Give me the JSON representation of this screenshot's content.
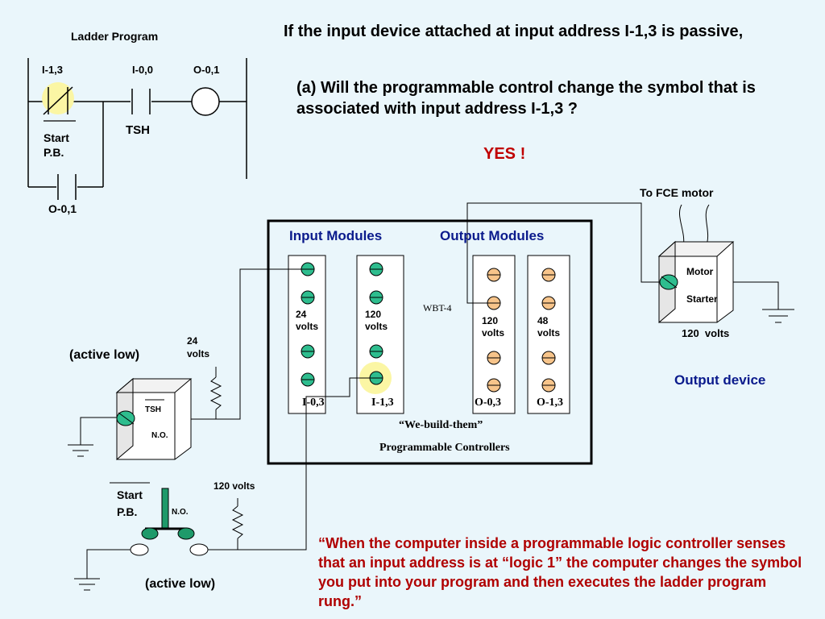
{
  "ladder": {
    "title": "Ladder Program",
    "addr_i13": "I-1,3",
    "addr_i00": "I-0,0",
    "addr_o01": "O-0,1",
    "start_pb_line1": "Start",
    "start_pb_line2": "P.B.",
    "tsh": "TSH",
    "seal_in": "O-0,1"
  },
  "question": {
    "line1": "If the input device attached at input address I-1,3 is passive,",
    "part_a": "(a) Will the programmable control change the symbol that is associated with input address I-1,3 ?",
    "answer": "YES !"
  },
  "plc": {
    "input_modules": "Input Modules",
    "output_modules": "Output Modules",
    "wbt": "WBT-4",
    "mod1_v1": "24",
    "mod1_v2": "volts",
    "mod2_v1": "120",
    "mod2_v2": "volts",
    "mod3_v1": "120",
    "mod3_v2": "volts",
    "mod4_v1": "48",
    "mod4_v2": "volts",
    "addr1": "I-0,3",
    "addr2": "I-1,3",
    "addr3": "O-0,3",
    "addr4": "O-1,3",
    "brand": "“We-build-them”",
    "brand2": "Programmable Controllers"
  },
  "output_device": {
    "to_motor": "To FCE motor",
    "motor": "Motor",
    "starter": "Starter",
    "volts": "120  volts",
    "label": "Output device"
  },
  "tsh_switch": {
    "active_low": "(active low)",
    "v1": "24",
    "v2": "volts",
    "name": "TSH",
    "no": "N.O."
  },
  "start_pb": {
    "line1": "Start",
    "line2": "P.B.",
    "no": "N.O.",
    "volts": "120 volts",
    "active_low": "(active low)"
  },
  "quote": "“When the computer inside a programmable logic controller senses that an input address is at “logic 1” the computer changes the symbol you put into your program and then executes the ladder program rung.”",
  "colors": {
    "background": "#eaf6fb",
    "answer": "#c00000",
    "quote": "#b00000",
    "heading": "#0a1a8c",
    "input_terminal": "#2ebd8e",
    "output_terminal": "#f7c48a",
    "highlight": "#fbf6a4",
    "pb_button": "#1e9a6a"
  }
}
